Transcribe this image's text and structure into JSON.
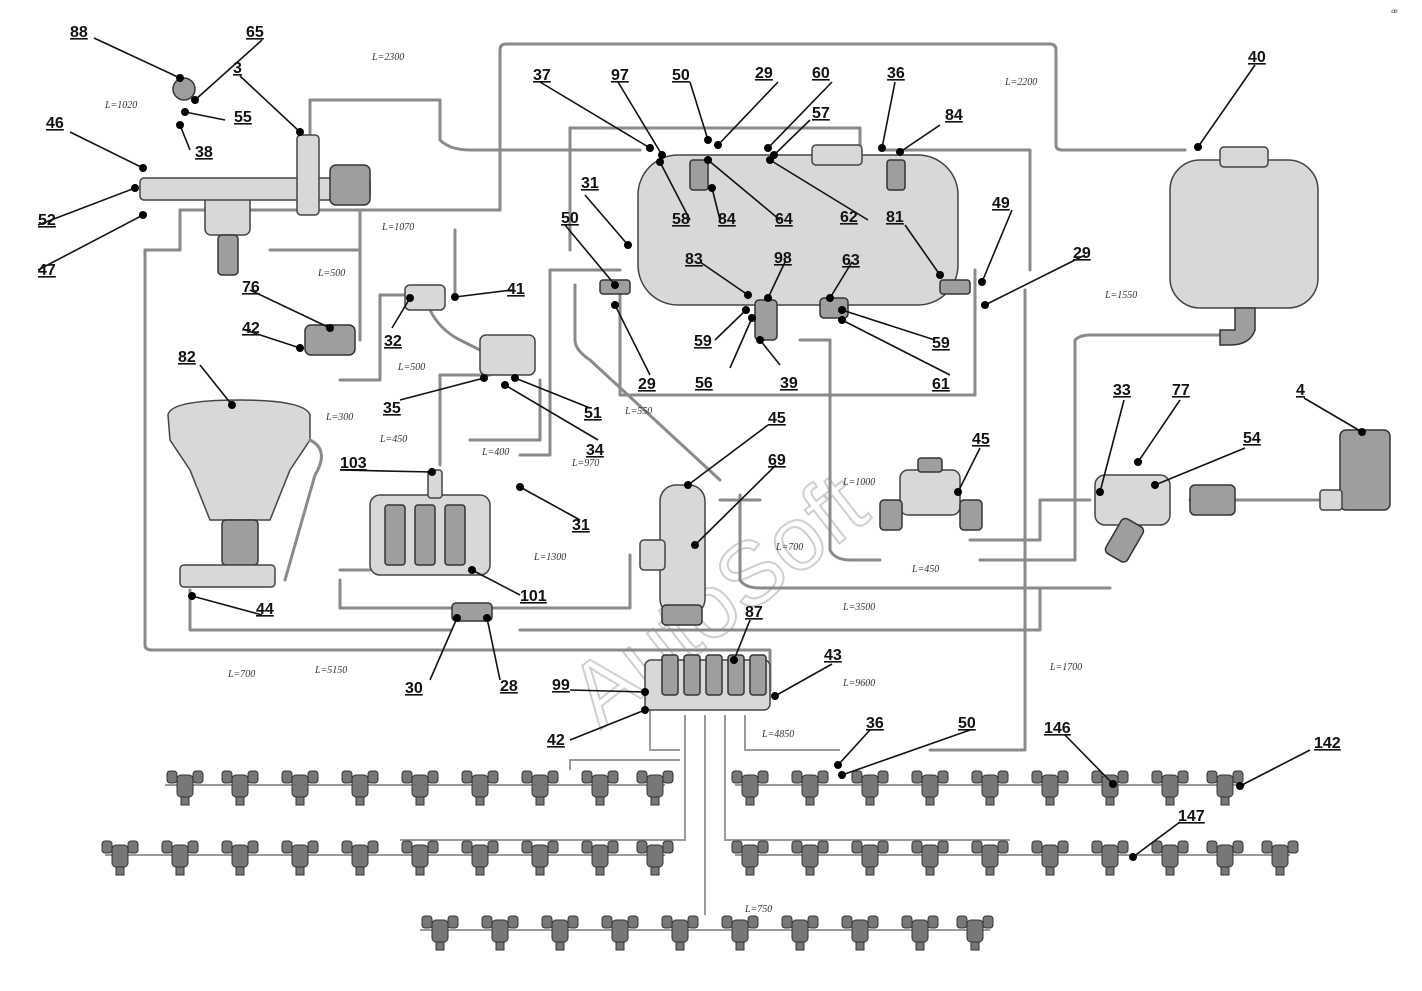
{
  "watermark": "AutoSoft",
  "part_numbers": [
    "88",
    "65",
    "3",
    "46",
    "55",
    "38",
    "52",
    "47",
    "37",
    "97",
    "50",
    "29",
    "60",
    "36",
    "40",
    "57",
    "84",
    "58",
    "84",
    "64",
    "62",
    "81",
    "31",
    "50",
    "83",
    "98",
    "63",
    "49",
    "29",
    "41",
    "76",
    "42",
    "32",
    "35",
    "59",
    "56",
    "39",
    "59",
    "61",
    "29",
    "51",
    "34",
    "82",
    "45",
    "45",
    "69",
    "33",
    "77",
    "4",
    "54",
    "103",
    "31",
    "101",
    "44",
    "30",
    "28",
    "87",
    "43",
    "99",
    "42",
    "36",
    "50",
    "146",
    "142",
    "147"
  ],
  "pipe_lengths": [
    "L=2300",
    "L=1020",
    "L=2200",
    "L=1070",
    "L=500",
    "L=1550",
    "L=500",
    "L=300",
    "L=550",
    "L=450",
    "L=400",
    "L=970",
    "L=1000",
    "L=700",
    "L=1300",
    "L=450",
    "L=3500",
    "L=700",
    "L=5150",
    "L=1700",
    "L=9600",
    "L=4850",
    "L=750"
  ],
  "corner_mark": "ꟹ"
}
